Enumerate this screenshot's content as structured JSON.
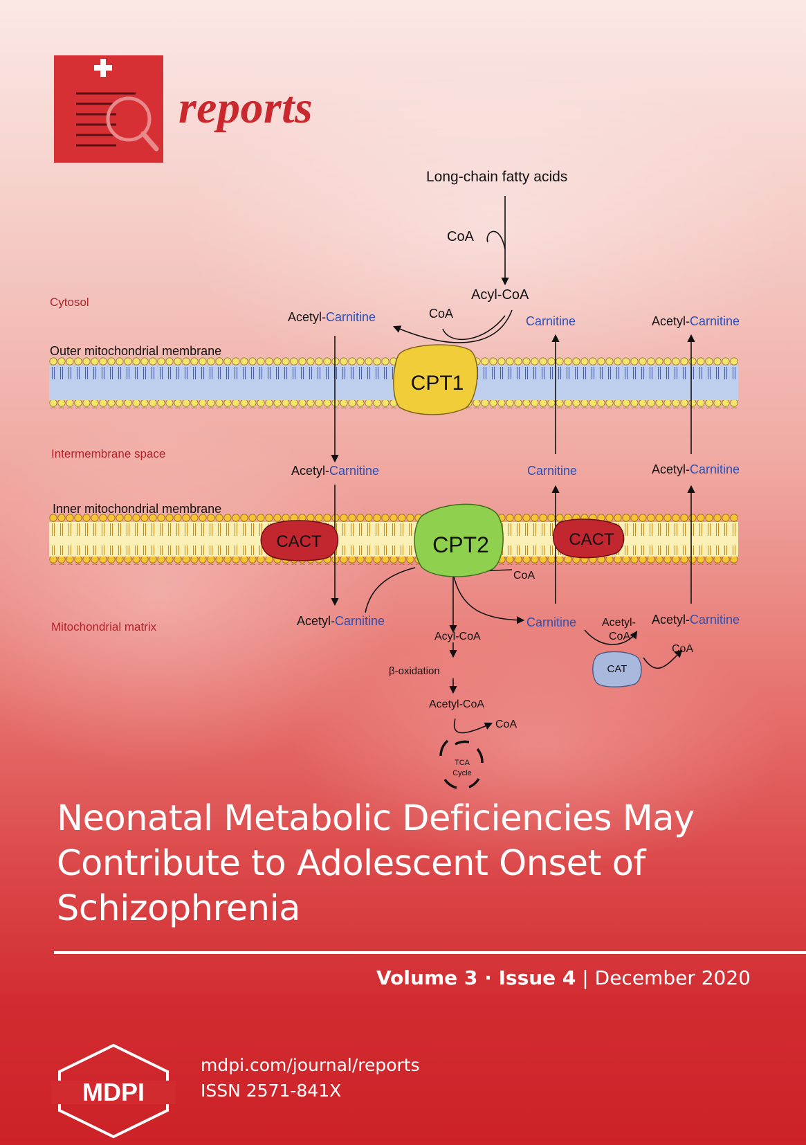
{
  "journal": {
    "name": "reports"
  },
  "diagram": {
    "regions": {
      "cytosol": "Cytosol",
      "outer_membrane": "Outer mitochondrial membrane",
      "intermembrane": "Intermembrane space",
      "inner_membrane": "Inner mitochondrial membrane",
      "matrix": "Mitochondrial matrix"
    },
    "enzymes": {
      "cpt1": "CPT1",
      "cpt2": "CPT2",
      "cact": "CACT",
      "cat": "CAT"
    },
    "labels": {
      "long_chain": "Long-chain fatty acids",
      "coa": "CoA",
      "acyl_coa": "Acyl-CoA",
      "acetyl_prefix": "Acetyl-",
      "carnitine": "Carnitine",
      "acetyl_break": "Acetyl-",
      "coa_after_break": "CoA",
      "beta_oxidation": "β-oxidation",
      "acetyl_coa": "Acetyl-CoA",
      "tca": "TCA",
      "cycle": "Cycle"
    },
    "colors": {
      "carnitine_text": "#2e4fb0",
      "region_text": "#b0232b",
      "cpt1": "#f2cd3a",
      "cpt2": "#8fd14f",
      "cact": "#c2262f",
      "cat": "#a9b9de"
    }
  },
  "title": {
    "text": "Neonatal Metabolic Deficiencies May Contribute to Adolescent Onset of Schizophrenia"
  },
  "issue": {
    "volume": "Volume 3",
    "separator": " · ",
    "issue": "Issue 4",
    "divider": " | ",
    "date": "December 2020"
  },
  "footer": {
    "publisher": "MDPI",
    "url": "mdpi.com/journal/reports",
    "issn": "ISSN 2571-841X"
  }
}
